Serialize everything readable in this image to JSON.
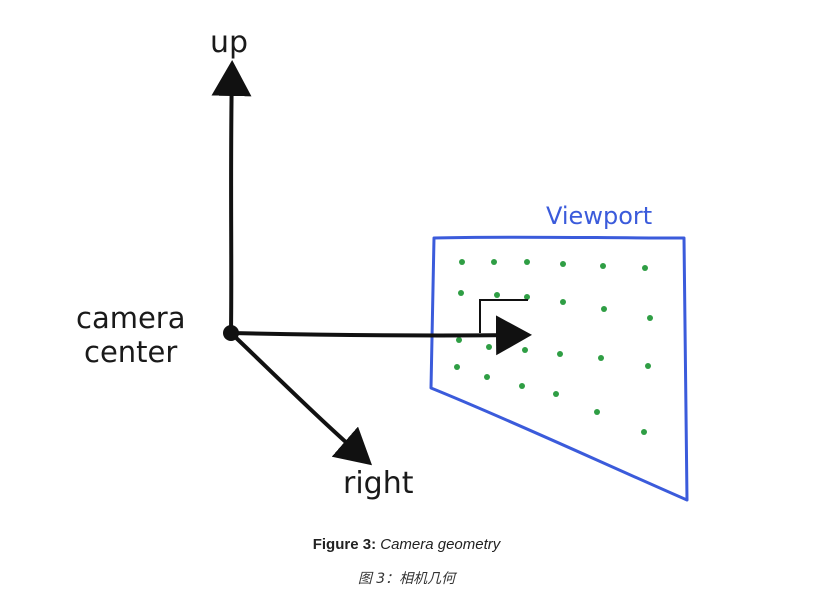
{
  "diagram": {
    "labels": {
      "up": "up",
      "camera_line1": "camera",
      "camera_line2": "center",
      "right": "right",
      "viewport": "Viewport"
    },
    "colors": {
      "axis": "#111111",
      "viewport_border": "#3b5bdb",
      "dots": "#2f9e44"
    }
  },
  "caption": {
    "figure_number": "Figure 3:",
    "figure_title": "Camera geometry",
    "chinese": "图 3：相机几何"
  }
}
